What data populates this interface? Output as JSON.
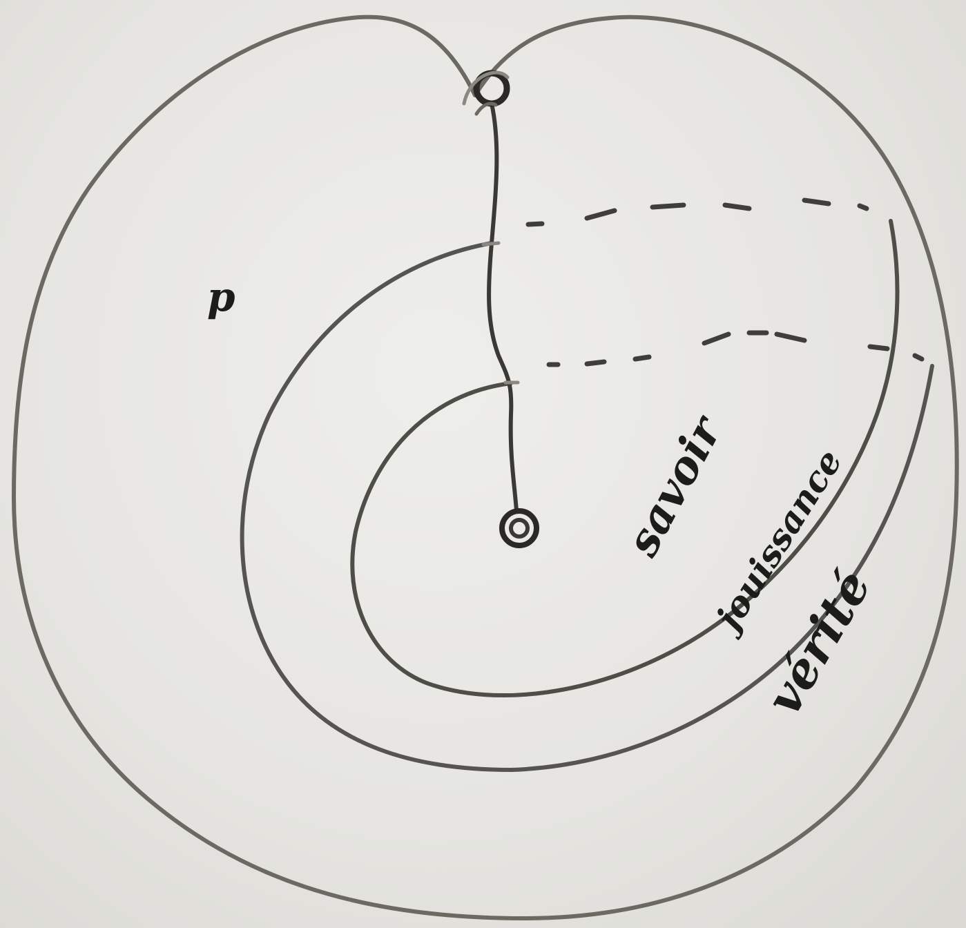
{
  "labels": {
    "point": "p",
    "inner_region": "savoir",
    "middle_region": "jouissance",
    "outer_region": "vérité"
  },
  "colors": {
    "paper": "#e8e7e3",
    "pencil_line": "#6b6961",
    "ink": "#1c1c18"
  }
}
